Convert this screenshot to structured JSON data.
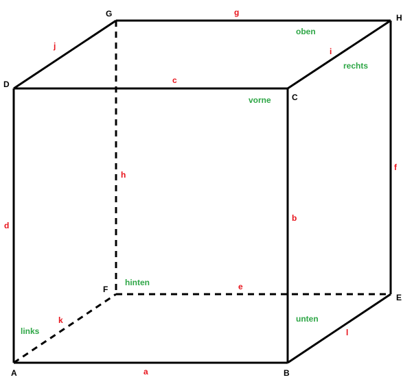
{
  "colors": {
    "edge": "#000000",
    "vertex_label": "#000000",
    "edge_label": "#e8141c",
    "face_label": "#2ea646",
    "background": "#ffffff"
  },
  "vertices": {
    "A": "A",
    "B": "B",
    "C": "C",
    "D": "D",
    "E": "E",
    "F": "F",
    "G": "G",
    "H": "H"
  },
  "edges": {
    "a": "a",
    "b": "b",
    "c": "c",
    "d": "d",
    "e": "e",
    "f": "f",
    "g": "g",
    "h": "h",
    "i": "i",
    "j": "j",
    "k": "k",
    "l": "l"
  },
  "faces": {
    "top": "oben",
    "right": "rechts",
    "front": "vorne",
    "back": "hinten",
    "bottom": "unten",
    "left": "links"
  }
}
